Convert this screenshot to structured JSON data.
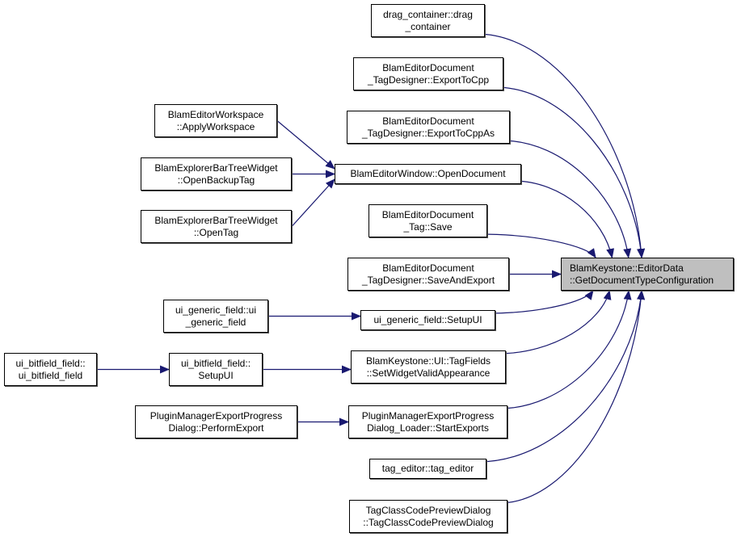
{
  "diagram": {
    "type": "doxygen-caller-graph",
    "edge_color": "#191970",
    "target_fill": "#bfbfbf",
    "node_fill": "#ffffff",
    "target": {
      "id": "target",
      "lines": [
        "BlamKeystone::EditorData",
        "::GetDocumentTypeConfiguration"
      ]
    },
    "nodes": [
      {
        "id": "drag_container",
        "lines": [
          "drag_container::drag",
          "_container"
        ]
      },
      {
        "id": "export_to_cpp",
        "lines": [
          "BlamEditorDocument",
          "_TagDesigner::ExportToCpp"
        ]
      },
      {
        "id": "export_to_cpp_as",
        "lines": [
          "BlamEditorDocument",
          "_TagDesigner::ExportToCppAs"
        ]
      },
      {
        "id": "open_document",
        "lines": [
          "BlamEditorWindow::OpenDocument"
        ]
      },
      {
        "id": "apply_workspace",
        "lines": [
          "BlamEditorWorkspace",
          "::ApplyWorkspace"
        ]
      },
      {
        "id": "open_backup_tag",
        "lines": [
          "BlamExplorerBarTreeWidget",
          "::OpenBackupTag"
        ]
      },
      {
        "id": "open_tag",
        "lines": [
          "BlamExplorerBarTreeWidget",
          "::OpenTag"
        ]
      },
      {
        "id": "tag_save",
        "lines": [
          "BlamEditorDocument",
          "_Tag::Save"
        ]
      },
      {
        "id": "save_and_export",
        "lines": [
          "BlamEditorDocument",
          "_TagDesigner::SaveAndExport"
        ]
      },
      {
        "id": "generic_setup_ui",
        "lines": [
          "ui_generic_field::SetupUI"
        ]
      },
      {
        "id": "generic_ctor",
        "lines": [
          "ui_generic_field::ui",
          "_generic_field"
        ]
      },
      {
        "id": "set_widget_valid",
        "lines": [
          "BlamKeystone::UI::TagFields",
          "::SetWidgetValidAppearance"
        ]
      },
      {
        "id": "bitfield_setup_ui",
        "lines": [
          "ui_bitfield_field::",
          "SetupUI"
        ]
      },
      {
        "id": "bitfield_ctor",
        "lines": [
          "ui_bitfield_field::",
          "ui_bitfield_field"
        ]
      },
      {
        "id": "start_exports",
        "lines": [
          "PluginManagerExportProgress",
          "Dialog_Loader::StartExports"
        ]
      },
      {
        "id": "perform_export",
        "lines": [
          "PluginManagerExportProgress",
          "Dialog::PerformExport"
        ]
      },
      {
        "id": "tag_editor",
        "lines": [
          "tag_editor::tag_editor"
        ]
      },
      {
        "id": "tag_class_preview",
        "lines": [
          "TagClassCodePreviewDialog",
          "::TagClassCodePreviewDialog"
        ]
      }
    ],
    "edges": [
      {
        "from": "drag_container",
        "to": "target"
      },
      {
        "from": "export_to_cpp",
        "to": "target"
      },
      {
        "from": "export_to_cpp_as",
        "to": "target"
      },
      {
        "from": "open_document",
        "to": "target"
      },
      {
        "from": "tag_save",
        "to": "target"
      },
      {
        "from": "save_and_export",
        "to": "target"
      },
      {
        "from": "generic_setup_ui",
        "to": "target"
      },
      {
        "from": "set_widget_valid",
        "to": "target"
      },
      {
        "from": "start_exports",
        "to": "target"
      },
      {
        "from": "tag_editor",
        "to": "target"
      },
      {
        "from": "tag_class_preview",
        "to": "target"
      },
      {
        "from": "apply_workspace",
        "to": "open_document"
      },
      {
        "from": "open_backup_tag",
        "to": "open_document"
      },
      {
        "from": "open_tag",
        "to": "open_document"
      },
      {
        "from": "generic_ctor",
        "to": "generic_setup_ui"
      },
      {
        "from": "bitfield_setup_ui",
        "to": "set_widget_valid"
      },
      {
        "from": "bitfield_ctor",
        "to": "bitfield_setup_ui"
      },
      {
        "from": "perform_export",
        "to": "start_exports"
      }
    ]
  }
}
